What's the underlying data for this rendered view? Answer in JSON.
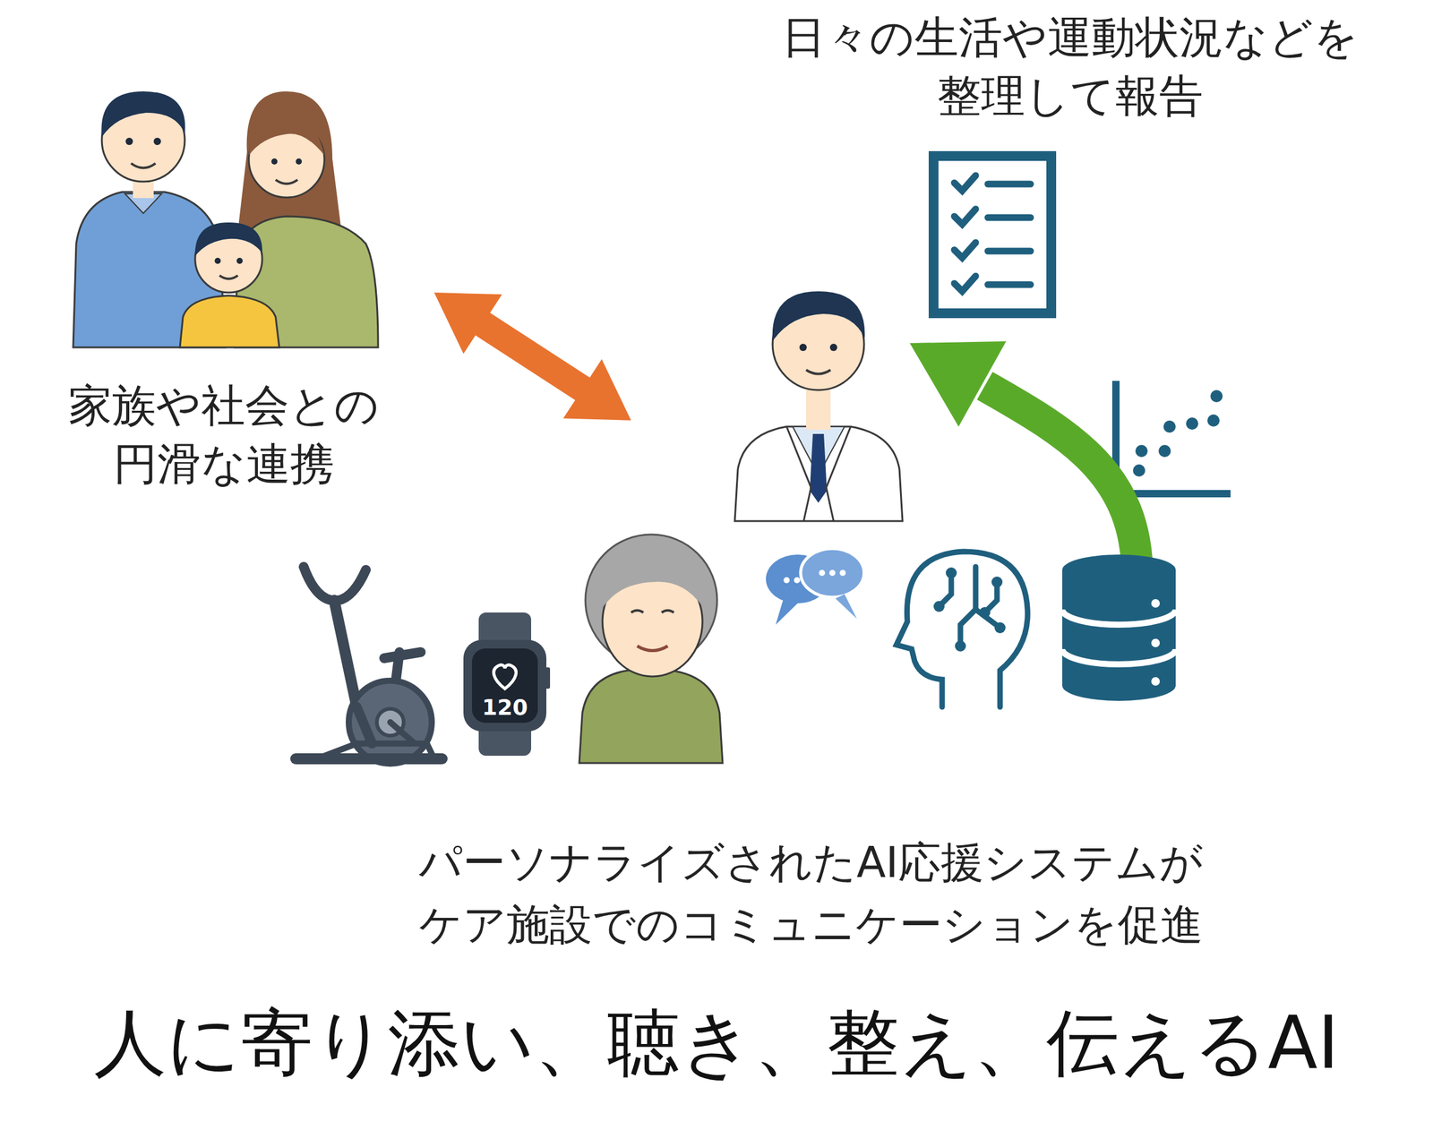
{
  "diagram": {
    "title": "人に寄り添い、聴き、整え、伝えるAI",
    "caption": "パーソナライズされたAI応援システムが ケア施設でのコミュニケーションを促進",
    "nodes": [
      {
        "text": [
          "家族や社会との 円滑な連携"
        ]
      },
      {
        "text": [
          "日々の生活や運動状況などを 整理して報告"
        ]
      }
    ],
    "labels": [
      "120"
    ]
  }
}
